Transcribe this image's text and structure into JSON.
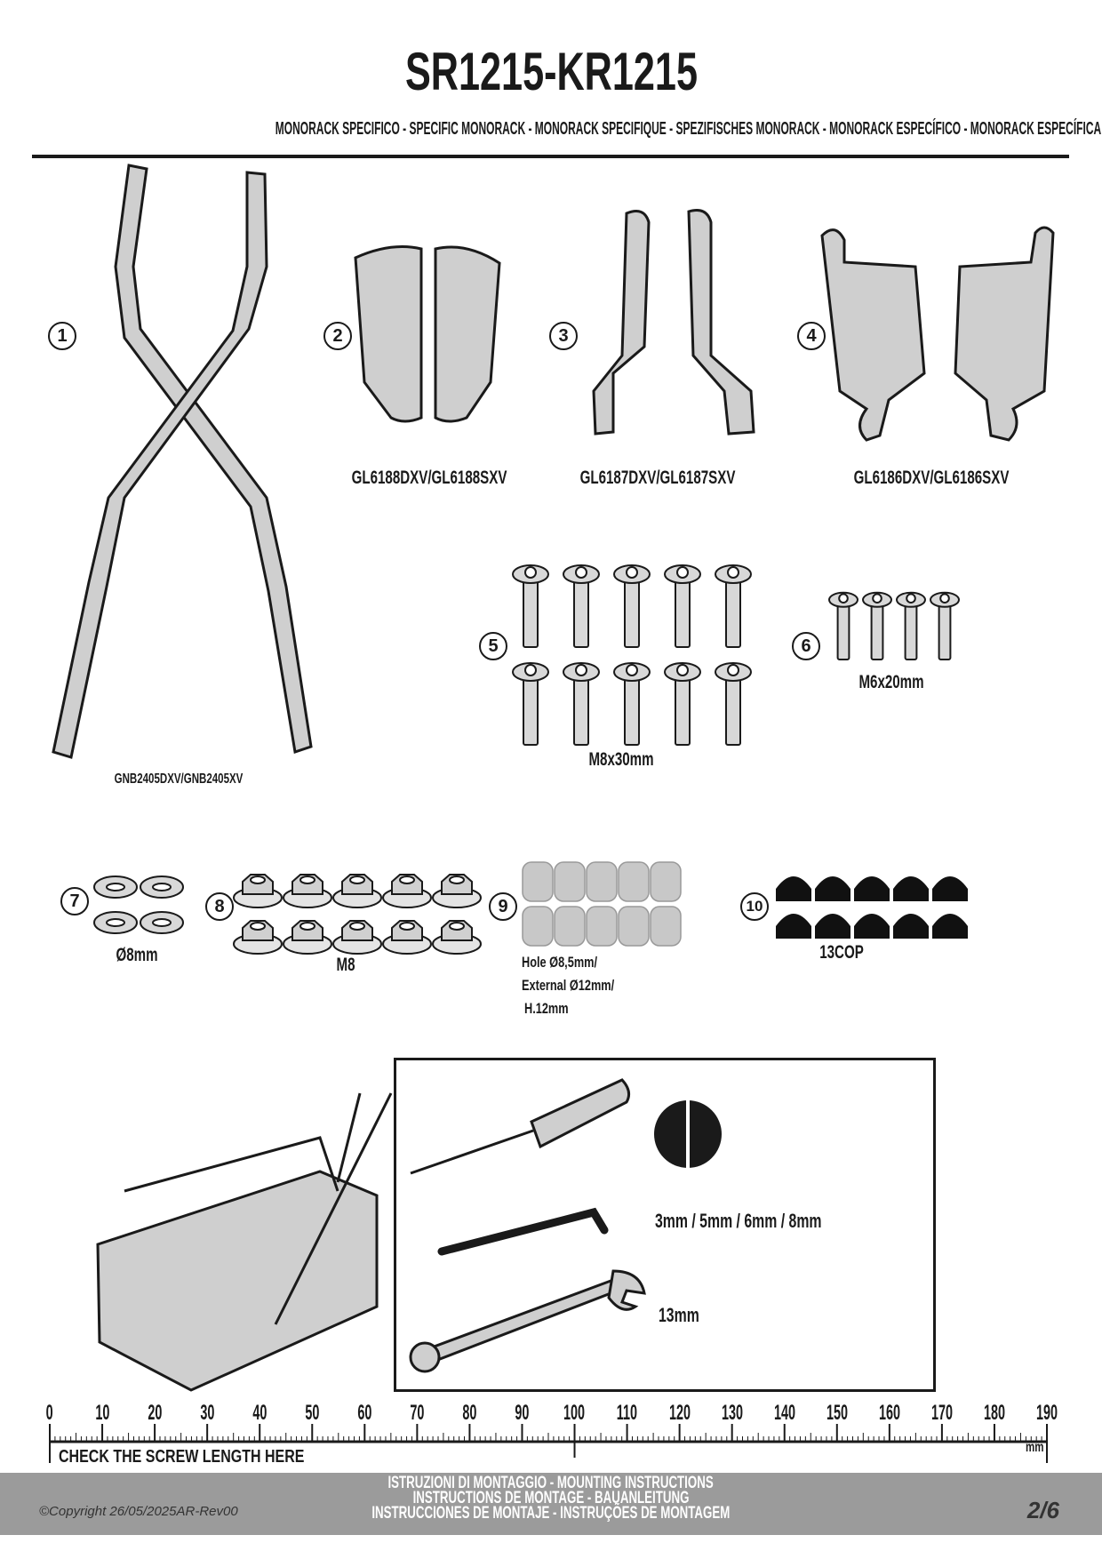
{
  "header": {
    "title": "SR1215-KR1215",
    "subtitle": "MONORACK SPECIFICO - SPECIFIC MONORACK - MONORACK SPECIFIQUE - SPEZIFISCHES MONORACK - MONORACK ESPECÍFICO - MONORACK ESPECÍFICA"
  },
  "parts": [
    {
      "number": "1",
      "code": "GNB2405DXV/GNB2405XV"
    },
    {
      "number": "2",
      "code": "GL6188DXV/GL6188SXV"
    },
    {
      "number": "3",
      "code": "GL6187DXV/GL6187SXV"
    },
    {
      "number": "4",
      "code": "GL6186DXV/GL6186SXV"
    },
    {
      "number": "5",
      "code": "M8x30mm",
      "quantity": 10
    },
    {
      "number": "6",
      "code": "M6x20mm",
      "quantity": 4
    },
    {
      "number": "7",
      "code": "Ø8mm",
      "quantity": 4
    },
    {
      "number": "8",
      "code": "M8",
      "quantity": 10
    },
    {
      "number": "9",
      "lines": [
        "Hole Ø8,5mm/",
        "External Ø12mm/",
        "H.12mm"
      ],
      "quantity": 10
    },
    {
      "number": "10",
      "code": "13COP",
      "quantity": 10
    }
  ],
  "tools": {
    "allen_sizes": "3mm / 5mm / 6mm / 8mm",
    "wrench_size": "13mm"
  },
  "ruler": {
    "labels": [
      "0",
      "10",
      "20",
      "30",
      "40",
      "50",
      "60",
      "70",
      "80",
      "90",
      "100",
      "110",
      "120",
      "130",
      "140",
      "150",
      "160",
      "170",
      "180",
      "190"
    ],
    "max_mm": 190,
    "unit": "mm",
    "caption": "CHECK THE SCREW LENGTH HERE"
  },
  "footer": {
    "line1": "ISTRUZIONI DI MONTAGGIO  -  MOUNTING INSTRUCTIONS",
    "line2": "INSTRUCTIONS DE MONTAGE - BAUANLEITUNG",
    "line3": "INSTRUCCIONES DE MONTAJE - INSTRUÇÕES DE MONTAGEM",
    "copyright": "©Copyright 26/05/2025AR-Rev00",
    "page": "2/6"
  },
  "colors": {
    "part_fill": "#cfcfcf",
    "outline": "#1a1a1a",
    "footer_bg": "#9b9b9b"
  }
}
